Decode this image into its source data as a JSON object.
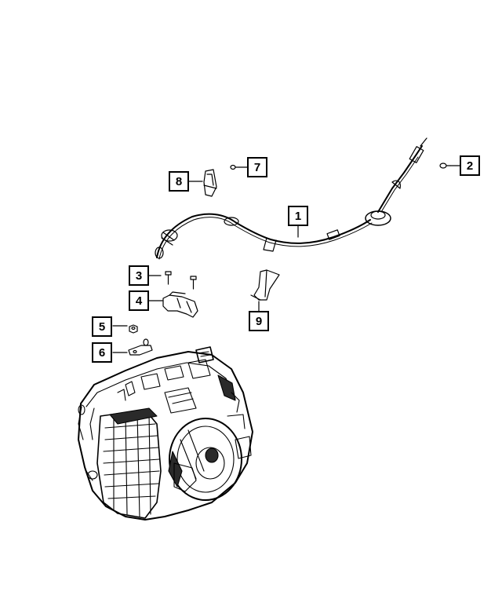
{
  "diagram": {
    "callouts": [
      {
        "id": "c1",
        "label": "1"
      },
      {
        "id": "c2",
        "label": "2"
      },
      {
        "id": "c3",
        "label": "3"
      },
      {
        "id": "c4",
        "label": "4"
      },
      {
        "id": "c5",
        "label": "5"
      },
      {
        "id": "c6",
        "label": "6"
      },
      {
        "id": "c7",
        "label": "7"
      },
      {
        "id": "c8",
        "label": "8"
      },
      {
        "id": "c9",
        "label": "9"
      }
    ],
    "colors": {
      "line": "#000000",
      "background": "#ffffff",
      "shade": "#2a2a2a"
    }
  }
}
